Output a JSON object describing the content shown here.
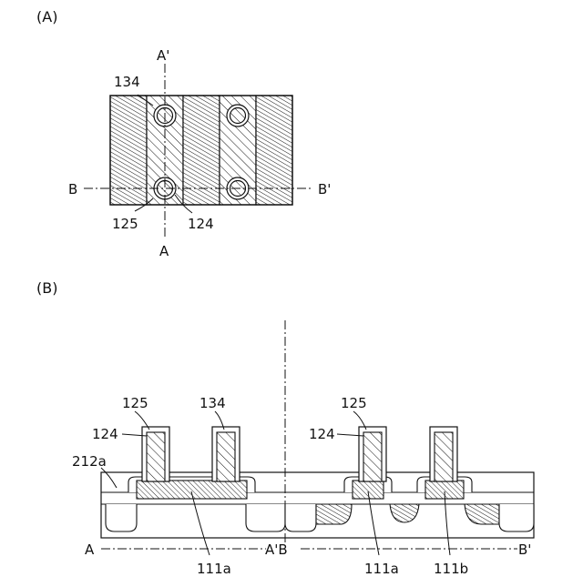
{
  "panels": {
    "a": {
      "label": "(A)",
      "labels": {
        "a_prime": "A'",
        "a": "A",
        "b": "B",
        "b_prime": "B'",
        "n134": "134",
        "n125": "125",
        "n124": "124"
      }
    },
    "b": {
      "label": "(B)",
      "labels": {
        "n125_left": "125",
        "n134": "134",
        "n124_left": "124",
        "n212a": "212a",
        "n125_right": "125",
        "n124_right": "124",
        "a": "A",
        "a_prime_b": "A'B",
        "b_prime": "B'",
        "n111a_left": "111a",
        "n111a_right": "111a",
        "n111b": "111b"
      }
    }
  }
}
